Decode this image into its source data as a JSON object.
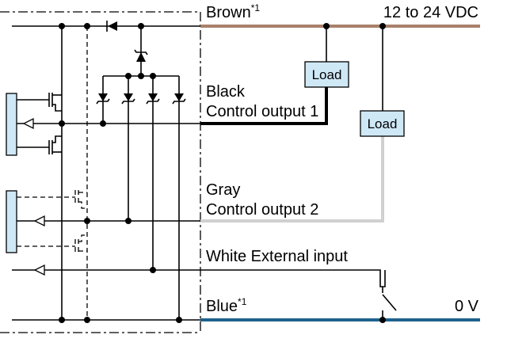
{
  "wires": {
    "brown": {
      "label": "Brown",
      "footnote": "*1",
      "supply": "12 to 24 VDC",
      "color": "#a8806a"
    },
    "black": {
      "label": "Black",
      "sub": "Control output 1",
      "color": "#000000"
    },
    "gray": {
      "label": "Gray",
      "sub": "Control output 2",
      "color": "#d0d0d0"
    },
    "white": {
      "label": "White External input"
    },
    "blue": {
      "label": "Blue",
      "footnote": "*1",
      "supply": "0 V",
      "color": "#1f628d"
    }
  },
  "loads": [
    {
      "label": "Load"
    },
    {
      "label": "Load"
    }
  ],
  "colors": {
    "load_fill": "#cfe8f6",
    "block_fill": "#cfe8f6"
  }
}
